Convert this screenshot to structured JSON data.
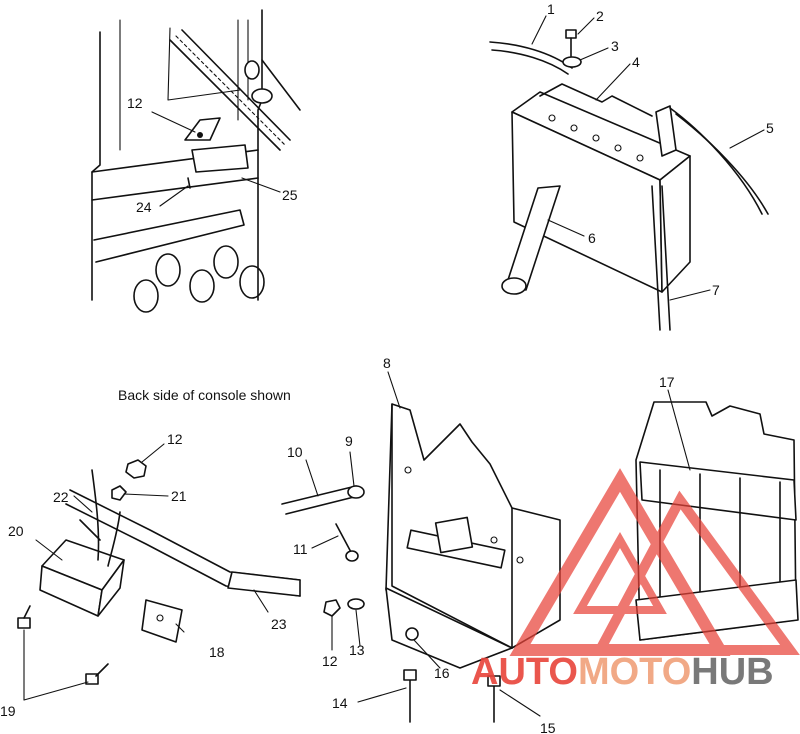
{
  "caption": "Back side of console shown",
  "callouts": {
    "c1": "1",
    "c2": "2",
    "c3": "3",
    "c4": "4",
    "c5": "5",
    "c6": "6",
    "c7": "7",
    "c8": "8",
    "c9": "9",
    "c10": "10",
    "c11": "11",
    "c12_top": "12",
    "c12_mid": "12",
    "c12_bot": "12",
    "c13": "13",
    "c14": "14",
    "c15": "15",
    "c16": "16",
    "c17": "17",
    "c18": "18",
    "c19": "19",
    "c20": "20",
    "c21": "21",
    "c22": "22",
    "c23": "23",
    "c24": "24",
    "c25": "25"
  },
  "watermark": {
    "part1": "AUTO",
    "part2": "MOTO",
    "part3": "HUB",
    "color_primary": "#e8443a",
    "color_secondary": "#f0a07a",
    "color_dark": "#6b6b6b"
  }
}
